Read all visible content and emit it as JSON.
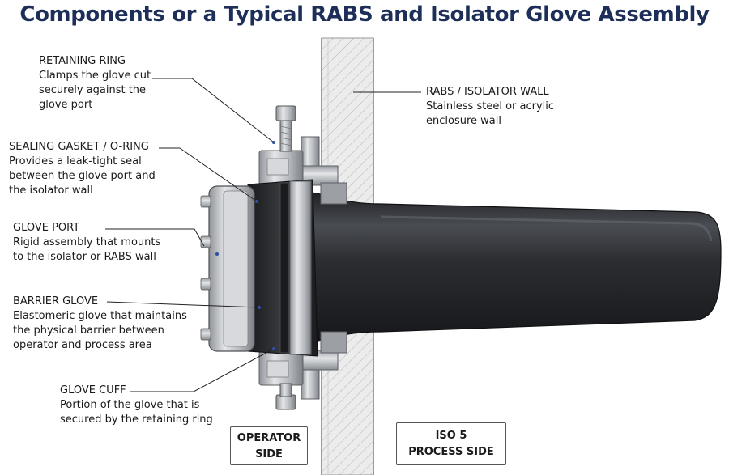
{
  "title": "Components or a Typical RABS and Isolator Glove Assembly",
  "callouts": {
    "retaining_ring": {
      "heading": "RETAINING RING",
      "desc": [
        "Clamps the glove cut",
        "securely against the",
        "glove port"
      ]
    },
    "sealing_gasket": {
      "heading": "SEALING GASKET / O-RING",
      "desc": [
        "Provides a leak-tight seal",
        "between the glove port and",
        "the isolator wall"
      ]
    },
    "glove_port": {
      "heading": "GLOVE PORT",
      "desc": [
        "Rigid assembly that mounts",
        "to the isolator or RABS wall"
      ]
    },
    "barrier_glove": {
      "heading": "BARRIER GLOVE",
      "desc": [
        "Elastomeric glove that maintains",
        "the physical barrier between",
        "operator and process area"
      ]
    },
    "glove_cuff": {
      "heading": "GLOVE CUFF",
      "desc": [
        "Portion of the glove that is",
        "secured by the retaining ring"
      ]
    },
    "wall": {
      "heading": "RABS / ISOLATOR WALL",
      "desc": [
        "Stainless steel or acrylic",
        "enclosure wall"
      ]
    }
  },
  "side_labels": {
    "operator": [
      "OPERATOR",
      "SIDE"
    ],
    "process": [
      "ISO 5",
      "PROCESS SIDE"
    ]
  },
  "colors": {
    "title": "#1d2f58",
    "glove": "#2b2d31",
    "steel": "#b9bcc0",
    "wall_fill": "#e9e9e9"
  }
}
